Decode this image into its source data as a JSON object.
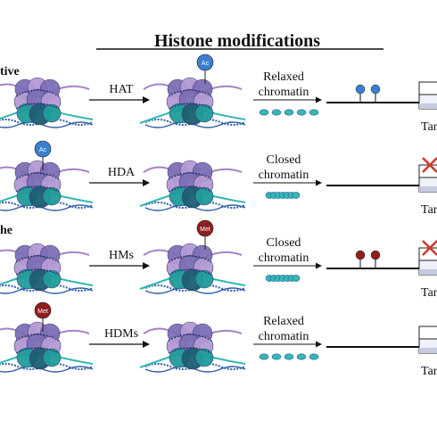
{
  "title": "Histone modifications",
  "side_labels": [
    "tive",
    "he"
  ],
  "colors": {
    "histone_purple": "#7d6fb6",
    "histone_lilac": "#b49ad4",
    "histone_teal": "#1f9d9a",
    "histone_dark": "#1c5f73",
    "dna_blue": "#2f5fa8",
    "tail_purple": "#a680c9",
    "tail_teal": "#34b8b2",
    "ac_fill": "#3b7fd0",
    "met_fill": "#8f1e1e",
    "cross_red": "#d23a2a",
    "gene_box": "#eef1f8",
    "gene_shade": "#c5ccdf"
  },
  "rows": [
    {
      "left_mark": "",
      "enzyme": "HAT",
      "right_mark": "Ac",
      "state_line1": "Relaxed",
      "state_line2": "chromatin",
      "chromatin": "relaxed",
      "gene_marks": "ac",
      "gene_marks_count": 2,
      "repressed": false,
      "target": "Tar"
    },
    {
      "left_mark": "Ac",
      "enzyme": "HDA",
      "right_mark": "",
      "state_line1": "Closed",
      "state_line2": "chromatin",
      "chromatin": "closed",
      "gene_marks": "none",
      "gene_marks_count": 0,
      "repressed": true,
      "target": "Tar"
    },
    {
      "left_mark": "",
      "enzyme": "HMs",
      "right_mark": "Met",
      "state_line1": "Closed",
      "state_line2": "chromatin",
      "chromatin": "closed",
      "gene_marks": "met",
      "gene_marks_count": 2,
      "repressed": true,
      "target": "Targ"
    },
    {
      "left_mark": "Met",
      "enzyme": "HDMs",
      "right_mark": "",
      "state_line1": "Relaxed",
      "state_line2": "chromatin",
      "chromatin": "relaxed",
      "gene_marks": "none",
      "gene_marks_count": 0,
      "repressed": false,
      "target": "Tar"
    }
  ]
}
